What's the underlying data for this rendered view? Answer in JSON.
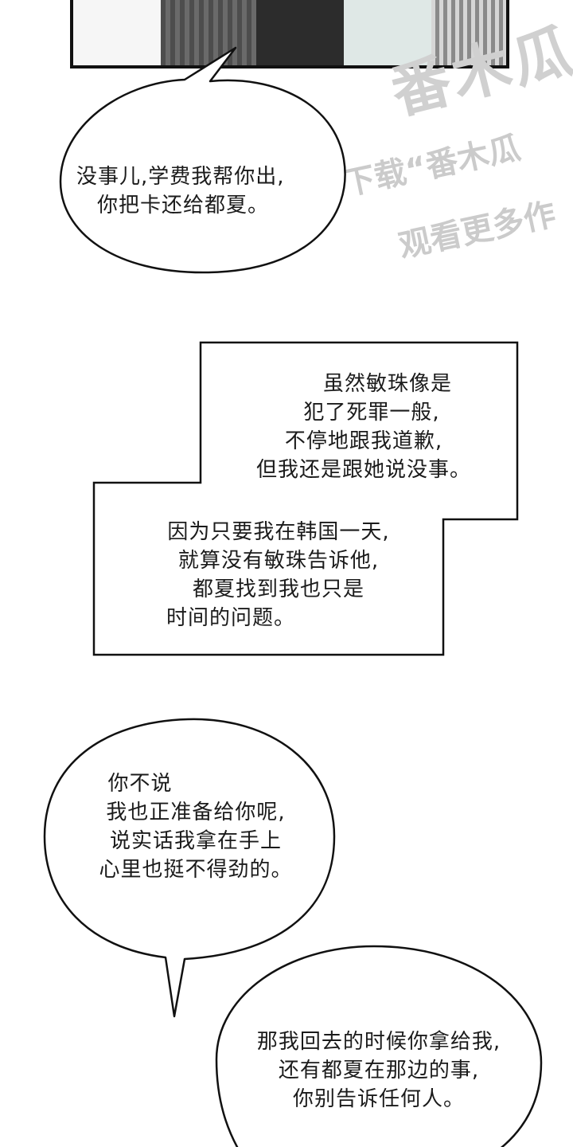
{
  "watermark": {
    "brand": "番木瓜",
    "line1": "下载“番木瓜",
    "line2": "观看更多作"
  },
  "bubble1": {
    "lines": [
      "没事儿,学费我帮你出,",
      "你把卡还给都夏。"
    ]
  },
  "narration": {
    "top_lines": [
      "虽然敏珠像是",
      "犯了死罪一般,",
      "不停地跟我道歉,",
      "但我还是跟她说没事。"
    ],
    "bottom_lines": [
      "因为只要我在韩国一天,",
      "就算没有敏珠告诉他,",
      "都夏找到我也只是",
      "时间的问题。"
    ]
  },
  "bubble2": {
    "lines": [
      "你不说",
      "我也正准备给你呢,",
      "说实话我拿在手上",
      "心里也挺不得劲的。"
    ]
  },
  "bubble3": {
    "lines": [
      "那我回去的时候你拿给我,",
      "还有都夏在那边的事,",
      "你别告诉任何人。"
    ]
  }
}
